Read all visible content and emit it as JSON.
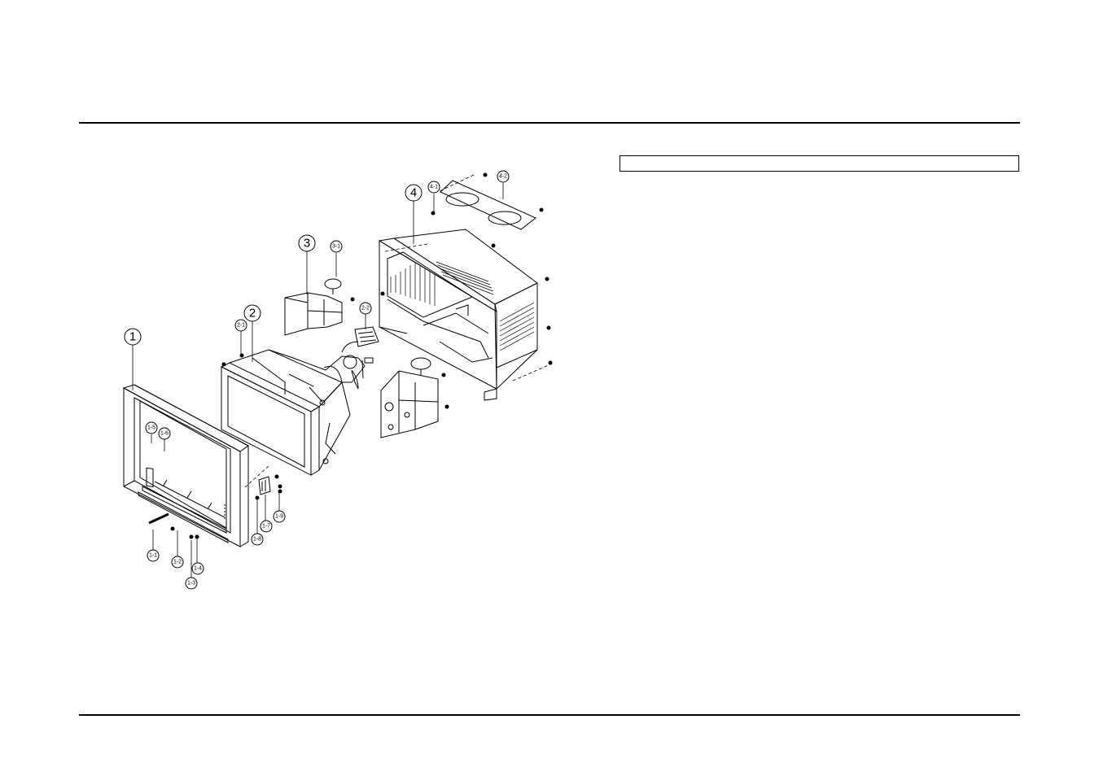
{
  "header_box": {
    "text": ""
  },
  "callouts": {
    "main": [
      "1",
      "2",
      "3",
      "4"
    ],
    "sub": [
      "1-1",
      "1-2",
      "1-3",
      "1-4",
      "1-5",
      "1-6",
      "1-7",
      "1-8",
      "1-9",
      "2-1",
      "2-2",
      "3-1",
      "4-1",
      "4-2"
    ]
  }
}
